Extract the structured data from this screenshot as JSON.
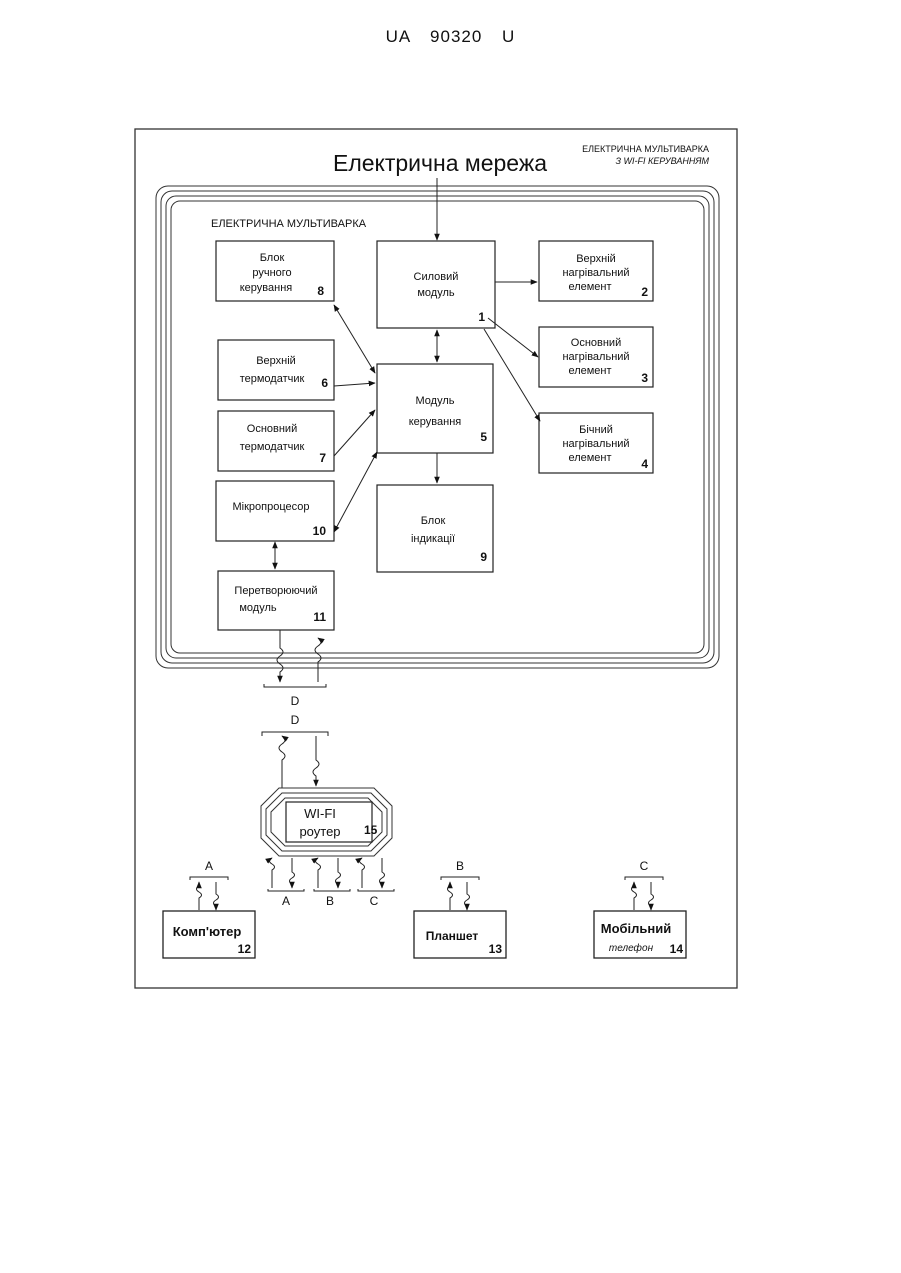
{
  "header": {
    "patent_number": "UA   90320   U"
  },
  "figure": {
    "title_line1": "ЕЛЕКТРИЧНА МУЛЬТИВАРКА",
    "title_line2": "З WI-FI КЕРУВАННЯМ",
    "power_grid": "Електрична мережа",
    "cooker_label": "ЕЛЕКТРИЧНА МУЛЬТИВАРКА"
  },
  "blocks": {
    "b1": {
      "l1": "Силовий",
      "l2": "модуль",
      "num": "1"
    },
    "b2": {
      "l1": "Верхній",
      "l2": "нагрівальний",
      "l3": "елемент",
      "num": "2"
    },
    "b3": {
      "l1": "Основний",
      "l2": "нагрівальний",
      "l3": "елемент",
      "num": "3"
    },
    "b4": {
      "l1": "Бічний",
      "l2": "нагрівальний",
      "l3": "елемент",
      "num": "4"
    },
    "b5": {
      "l1": "Модуль",
      "l2": "керування",
      "num": "5"
    },
    "b6": {
      "l1": "Верхній",
      "l2": "термодатчик",
      "num": "6"
    },
    "b7": {
      "l1": "Основний",
      "l2": "термодатчик",
      "num": "7"
    },
    "b8": {
      "l1": "Блок",
      "l2": "ручного",
      "l3": "керування",
      "num": "8"
    },
    "b9": {
      "l1": "Блок",
      "l2": "індикації",
      "num": "9"
    },
    "b10": {
      "l1": "Мікропроцесор",
      "num": "10"
    },
    "b11": {
      "l1": "Перетворюючий",
      "l2": "модуль",
      "num": "11"
    },
    "b12": {
      "l1": "Комп'ютер",
      "num": "12"
    },
    "b13": {
      "l1": "Планшет",
      "num": "13"
    },
    "b14": {
      "l1": "Мобільний",
      "l2": "телефон",
      "num": "14"
    },
    "b15": {
      "l1": "WI-FI",
      "l2": "роутер",
      "num": "15"
    }
  },
  "links": {
    "d_top": "D",
    "d_bottom": "D",
    "router_a": "A",
    "router_b": "B",
    "router_c": "C",
    "computer_link": "A",
    "tablet_link": "B",
    "phone_link": "C"
  }
}
